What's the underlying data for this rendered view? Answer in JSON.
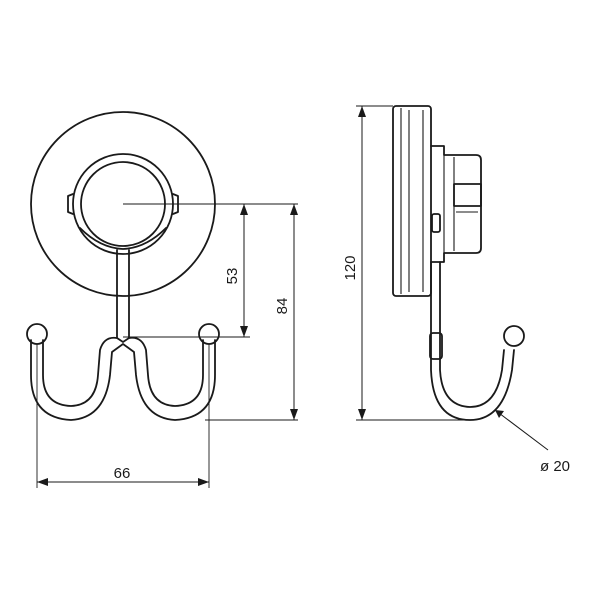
{
  "dimensions": {
    "width_front": "66",
    "hook_drop": "53",
    "total_front": "84",
    "total_height": "120",
    "tube_diameter": "ø 20"
  }
}
